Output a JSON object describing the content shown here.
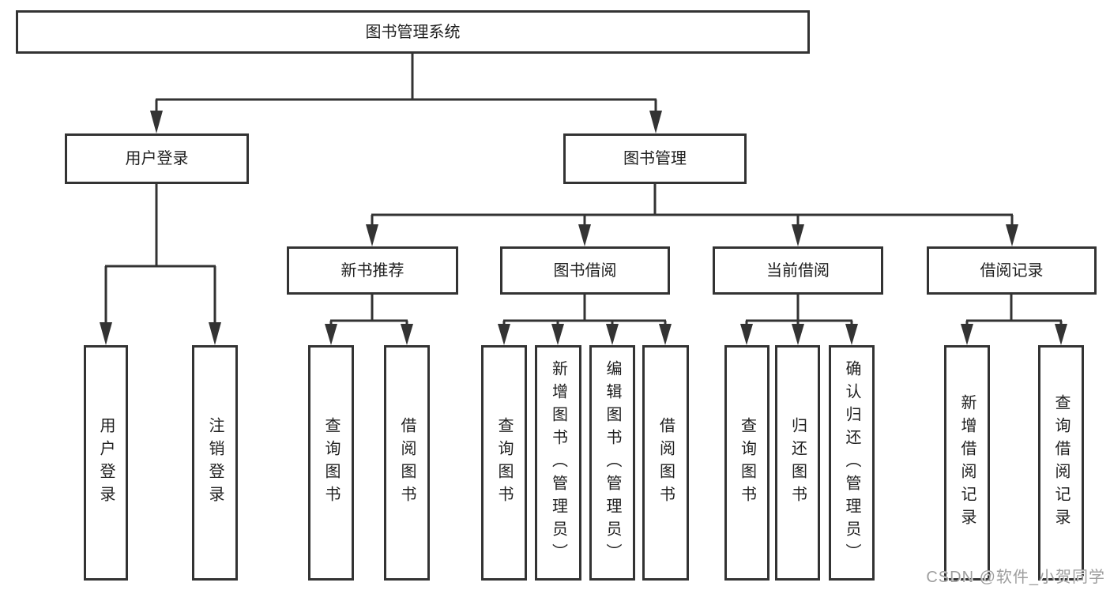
{
  "colors": {
    "line": "#333333",
    "box_border": "#333333",
    "text": "#1f1f1f",
    "watermark_text": "#9e9e9e",
    "background": "#ffffff"
  },
  "watermark": "CSDN @软件_小贺同学",
  "nodes": {
    "root": "图书管理系统",
    "user_login": "用户登录",
    "book_management": "图书管理",
    "new_book_rec": "新书推荐",
    "book_borrow": "图书借阅",
    "current_borrow": "当前借阅",
    "borrow_records": "借阅记录",
    "leaf_user_login": "用户登录",
    "leaf_logout": "注销登录",
    "leaf_rec_query": "查询图书",
    "leaf_rec_borrow": "借阅图书",
    "leaf_bb_query": "查询图书",
    "leaf_bb_add": "新增图书（管理员）",
    "leaf_bb_edit": "编辑图书（管理员）",
    "leaf_bb_borrow": "借阅图书",
    "leaf_cb_query": "查询图书",
    "leaf_cb_return": "归还图书",
    "leaf_cb_confirm": "确认归还（管理员）",
    "leaf_br_add": "新增借阅记录",
    "leaf_br_query": "查询借阅记录"
  },
  "edges": [
    [
      "图书管理系统",
      "用户登录"
    ],
    [
      "图书管理系统",
      "图书管理"
    ],
    [
      "用户登录",
      "用户登录"
    ],
    [
      "用户登录",
      "注销登录"
    ],
    [
      "图书管理",
      "新书推荐"
    ],
    [
      "图书管理",
      "图书借阅"
    ],
    [
      "图书管理",
      "当前借阅"
    ],
    [
      "图书管理",
      "借阅记录"
    ],
    [
      "新书推荐",
      "查询图书"
    ],
    [
      "新书推荐",
      "借阅图书"
    ],
    [
      "图书借阅",
      "查询图书"
    ],
    [
      "图书借阅",
      "新增图书（管理员）"
    ],
    [
      "图书借阅",
      "编辑图书（管理员）"
    ],
    [
      "图书借阅",
      "借阅图书"
    ],
    [
      "当前借阅",
      "查询图书"
    ],
    [
      "当前借阅",
      "归还图书"
    ],
    [
      "当前借阅",
      "确认归还（管理员）"
    ],
    [
      "借阅记录",
      "新增借阅记录"
    ],
    [
      "借阅记录",
      "查询借阅记录"
    ]
  ]
}
